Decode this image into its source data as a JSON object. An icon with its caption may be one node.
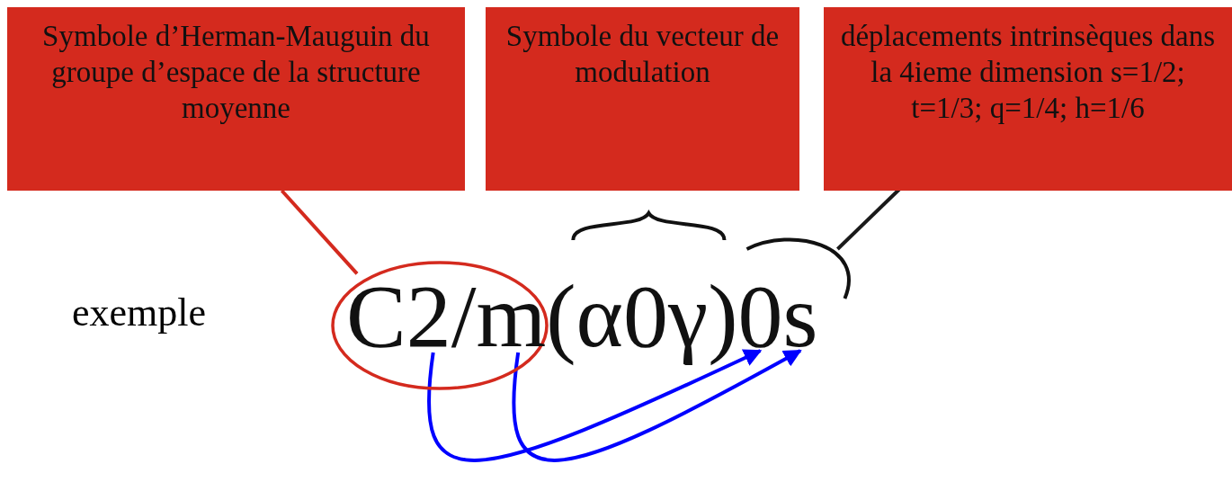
{
  "diagram": {
    "nodes": [
      {
        "text": [
          "Symbole d’Herman-Mauguin du groupe d’espace de la structure moyenne"
        ]
      },
      {
        "text": [
          "Symbole du vecteur de modulation"
        ]
      },
      {
        "text": [
          "déplacements intrinsèques dans la 4ieme dimension s=1/2; t=1/3; q=1/4; h=1/6"
        ]
      },
      {
        "text": [],
        "shape": "ellipse"
      },
      {
        "text": [
          "C"
        ],
        "in": 3
      },
      {
        "text": [
          "2"
        ],
        "in": 3
      },
      {
        "text": [
          "/"
        ],
        "in": 3
      },
      {
        "text": [
          "m"
        ],
        "in": 3
      },
      {
        "text": [
          "(α0γ)"
        ]
      },
      {
        "text": [
          "0"
        ]
      },
      {
        "text": [
          "s"
        ]
      }
    ],
    "edges": [
      {
        "from": 0,
        "to": 3,
        "arrow": "none",
        "color": "#d42a1e"
      },
      {
        "from": 2,
        "to": null,
        "arrow": "none",
        "color": "#1a1a1a"
      },
      {
        "from": 5,
        "to": 9,
        "arrow": "to",
        "color": "#0000ff"
      },
      {
        "from": 7,
        "to": 10,
        "arrow": "to",
        "color": "#0000ff"
      }
    ],
    "labels": [
      "exemple"
    ]
  }
}
